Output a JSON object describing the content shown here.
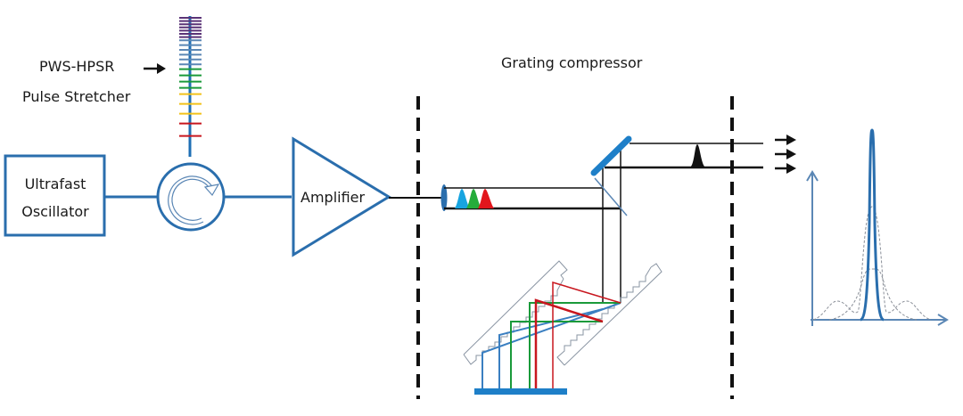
{
  "diagram": {
    "title": "Grating compressor",
    "stretcher_label_line1": "PWS-HPSR",
    "stretcher_label_line2": "Pulse Stretcher",
    "oscillator_label_line1": "Ultrafast",
    "oscillator_label_line2": "Oscillator",
    "amplifier_label": "Amplifier",
    "components": [
      {
        "id": "oscillator",
        "type": "box",
        "label": "Ultrafast Oscillator"
      },
      {
        "id": "circulator",
        "type": "circulator-icon"
      },
      {
        "id": "stretcher",
        "type": "fiber-bragg-grating",
        "label": "PWS-HPSR Pulse Stretcher"
      },
      {
        "id": "amplifier",
        "type": "triangle",
        "label": "Amplifier"
      },
      {
        "id": "lens",
        "type": "collimating-lens"
      },
      {
        "id": "fold-mirror",
        "type": "mirror"
      },
      {
        "id": "grating-pair",
        "type": "diffraction-gratings"
      },
      {
        "id": "retro-mirror",
        "type": "mirror"
      },
      {
        "id": "pulse-plot",
        "type": "pulse-profile"
      }
    ],
    "stretcher_bands": [
      "purple",
      "purple",
      "purple",
      "purple",
      "purple",
      "purple",
      "purple",
      "blue",
      "blue",
      "blue",
      "blue",
      "blue",
      "blue",
      "green",
      "green",
      "green",
      "green",
      "yellow",
      "yellow",
      "yellow",
      "red",
      "red"
    ],
    "colors": {
      "line_blue": "#2a6ead",
      "accent_blue": "#1e7fc8",
      "purple": "#5a3377",
      "steel_blue": "#5b87b5",
      "green": "#1a9a3a",
      "yellow": "#f2c21a",
      "red": "#c8161e",
      "pulse_cyan": "#17a4e0",
      "pulse_green": "#25ac3b",
      "pulse_red": "#e2161c",
      "black": "#111111"
    },
    "output_arrows": 3
  }
}
